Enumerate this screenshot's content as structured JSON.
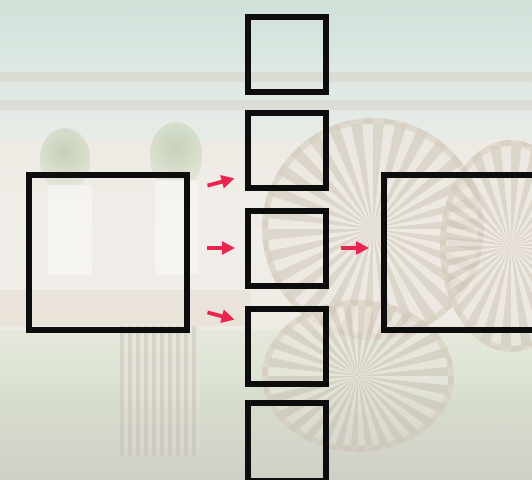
{
  "diagram": {
    "kind": "feature-split",
    "input_boxes": 1,
    "middle_boxes": 5,
    "output_boxes": 1,
    "arrows": 4
  },
  "colors": {
    "box_border": "#0d0d0d",
    "arrow": "#e8244f"
  },
  "icons": {
    "arrow": "right-arrow-icon"
  }
}
